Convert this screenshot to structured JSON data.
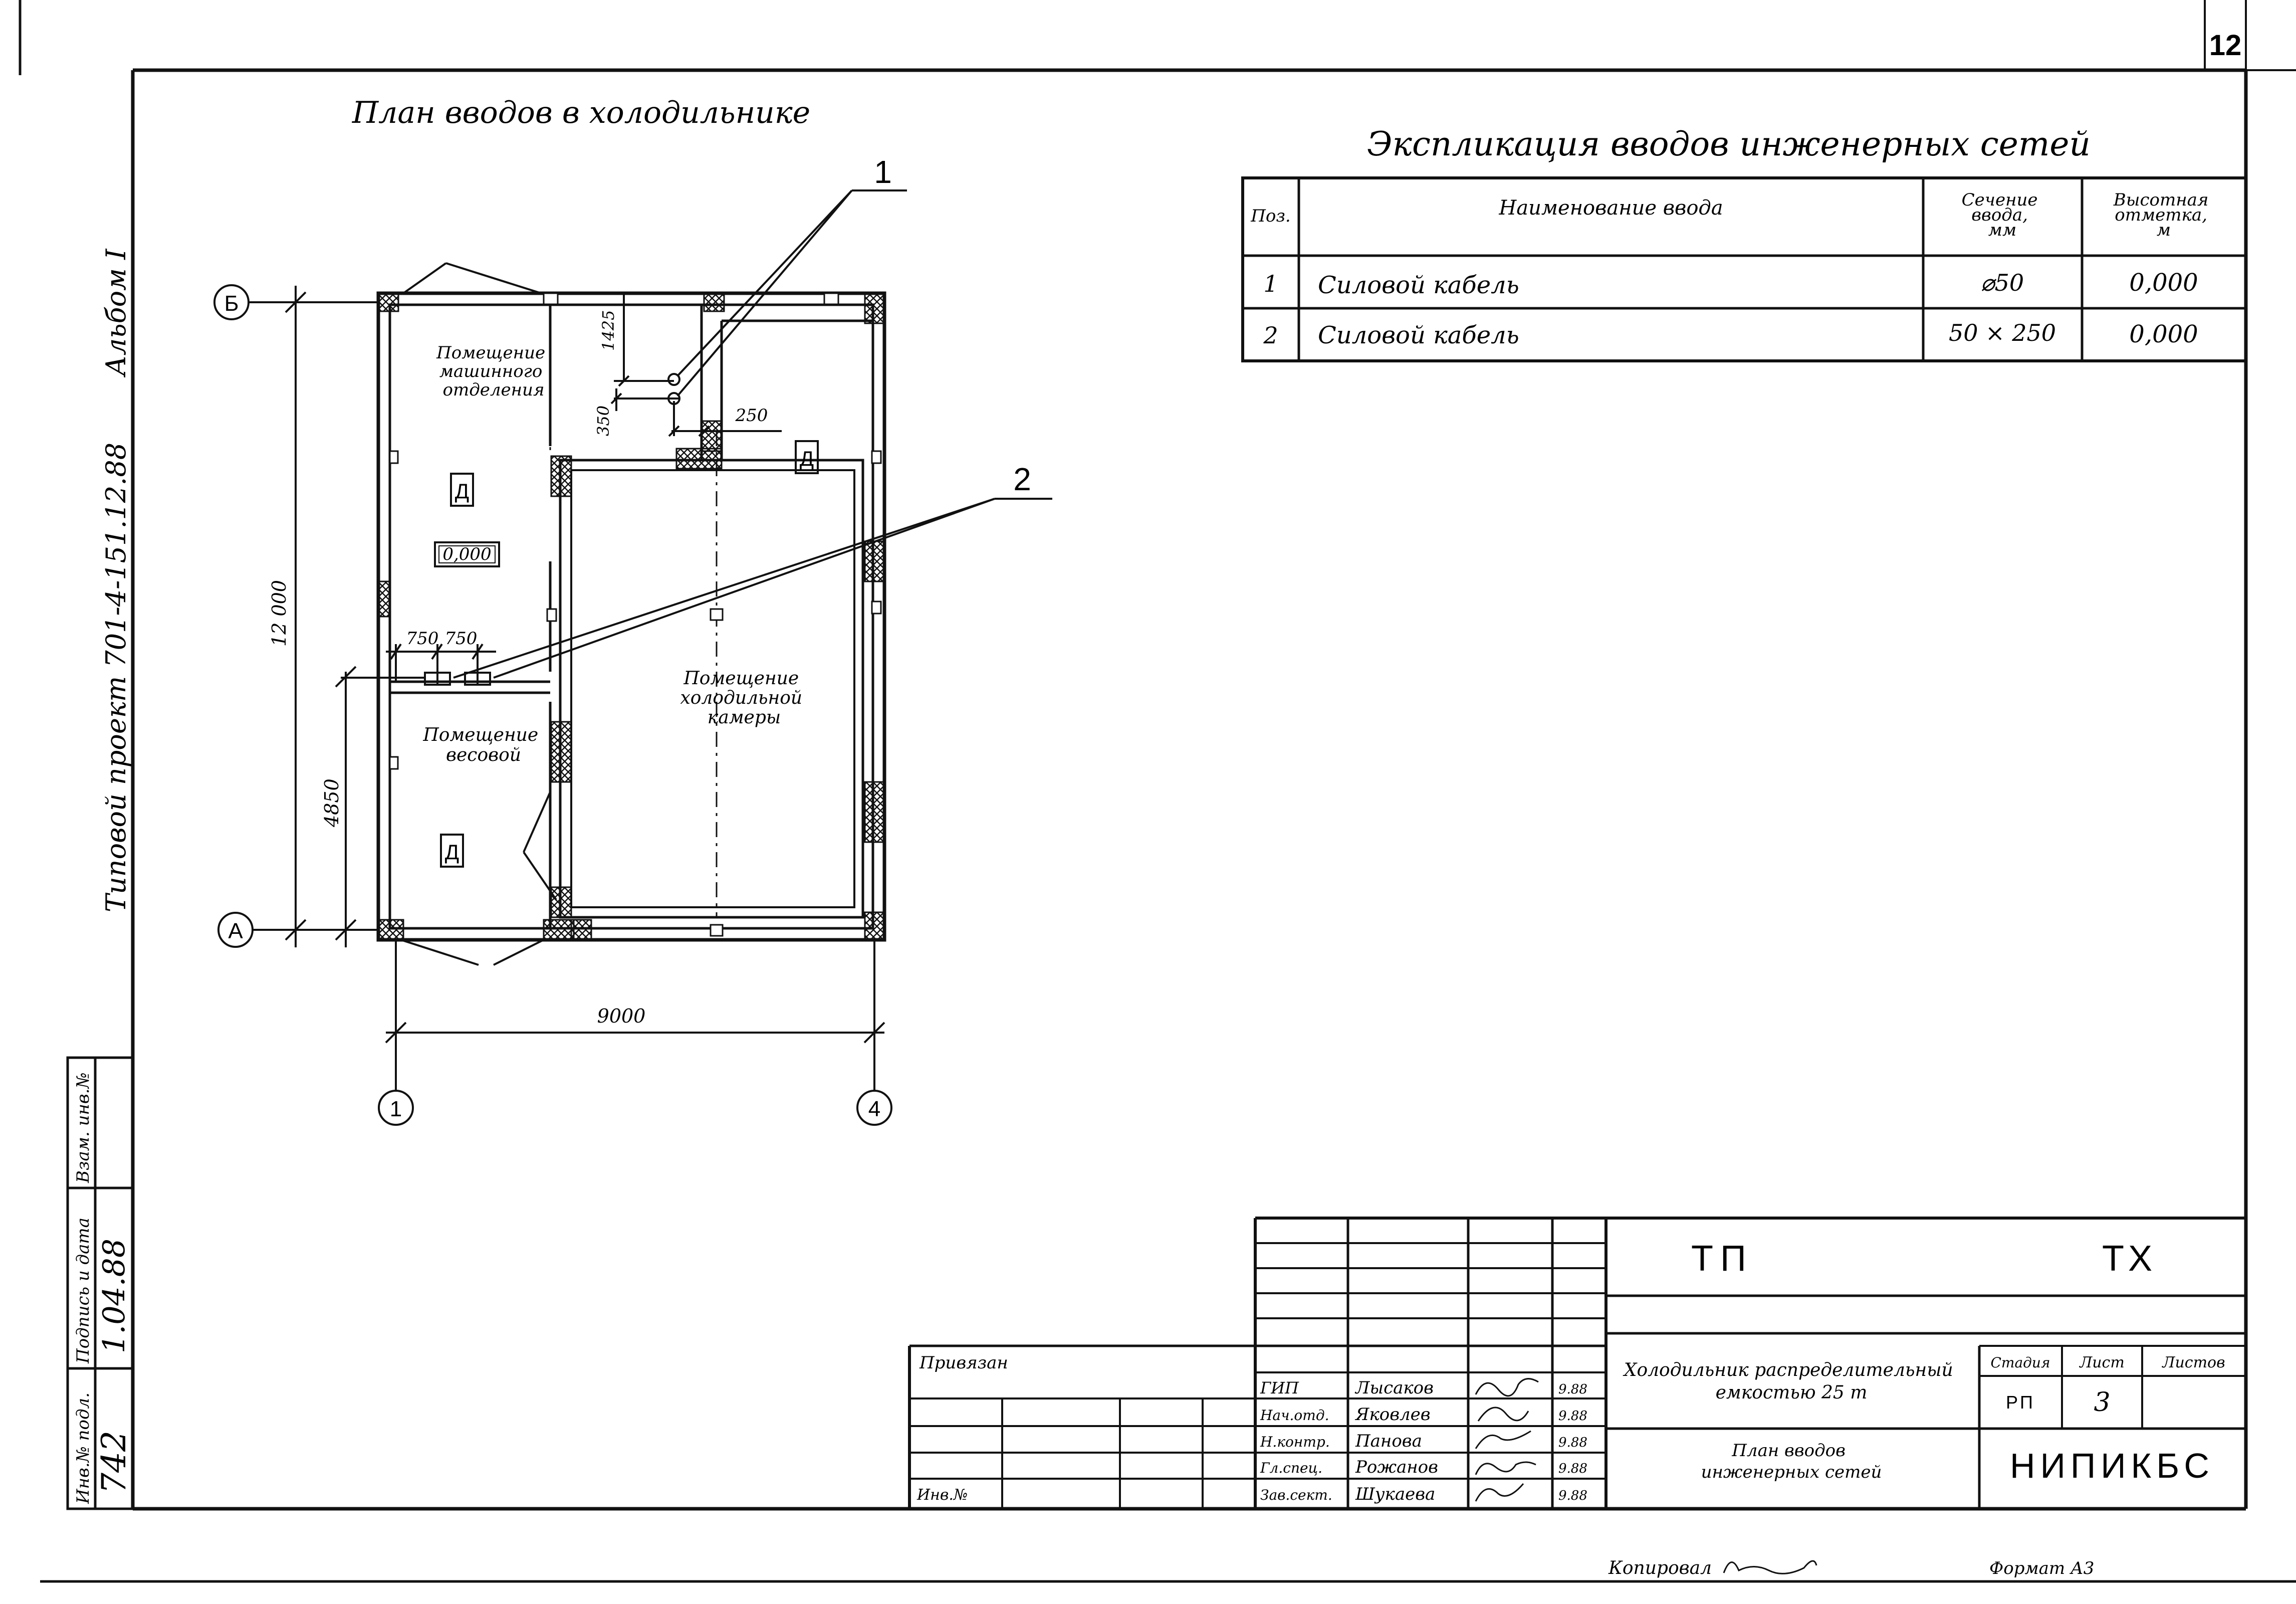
{
  "sheet": {
    "sheet_number": "12",
    "plan_title": "План вводов в холодильнике",
    "album": "Альбом I",
    "project": "Типовой проект 701-4-151.12.88"
  },
  "explication": {
    "title": "Экспликация вводов инженерных сетей",
    "headers": {
      "pos": "Поз.",
      "name": "Наименование ввода",
      "section_l1": "Сечение",
      "section_l2": "ввода,",
      "section_l3": "мм",
      "elev_l1": "Высотная",
      "elev_l2": "отметка,",
      "elev_l3": "м"
    },
    "rows": [
      {
        "pos": "1",
        "name": "Силовой кабель",
        "section": "⌀50",
        "elevation": "0,000"
      },
      {
        "pos": "2",
        "name": "Силовой  кабель",
        "section": "50 × 250",
        "elevation": "0,000"
      }
    ]
  },
  "plan": {
    "axis_b": "Б",
    "axis_a": "А",
    "axis_1": "1",
    "axis_4": "4",
    "callout_1": "1",
    "callout_2": "2",
    "dim_height": "12 000",
    "dim_4850": "4850",
    "dim_width": "9000",
    "dim_1425": "1425",
    "dim_350": "350",
    "dim_250": "250",
    "dim_750a": "750",
    "dim_750b": "750",
    "door_mark": "Д",
    "elevation_mark": "0,000",
    "room_machine_l1": "Помещение",
    "room_machine_l2": "машинного",
    "room_machine_l3": "отделения",
    "room_cold_l1": "Помещение",
    "room_cold_l2": "холодильной",
    "room_cold_l3": "камеры",
    "room_weigh_l1": "Помещение",
    "room_weigh_l2": "весовой"
  },
  "stamp": {
    "code_left": "ТП",
    "code_right": "ТХ",
    "object_l1": "Холодильник распределительный",
    "object_l2": "емкостью  25 т",
    "stage_label": "Стадия",
    "sheet_label": "Лист",
    "sheets_label": "Листов",
    "stage_value": "РП",
    "sheet_value": "3",
    "drawing_l1": "План вводов",
    "drawing_l2": "инженерных сетей",
    "organization": "НИПИКБС",
    "attached": "Привязан",
    "inv_no": "Инв.№",
    "people": [
      {
        "role": "ГИП",
        "name": "Лысаков",
        "date": "9.88"
      },
      {
        "role": "Нач.отд.",
        "name": "Яковлев",
        "date": "9.88"
      },
      {
        "role": "Н.контр.",
        "name": "Панова",
        "date": "9.88"
      },
      {
        "role": "Гл.спец.",
        "name": "Рожанов",
        "date": "9.88"
      },
      {
        "role": "Зав.сект.",
        "name": "Шукаева",
        "date": "9.88"
      }
    ]
  },
  "side_stamp": {
    "inv_podl": "Инв.№ подл.",
    "inv_podl_value": "742",
    "sign_date": "Подпись и дата",
    "sign_date_value": "1.04.88",
    "vzam": "Взам. инв.№"
  },
  "footer": {
    "copied": "Копировал",
    "format": "Формат А3"
  }
}
